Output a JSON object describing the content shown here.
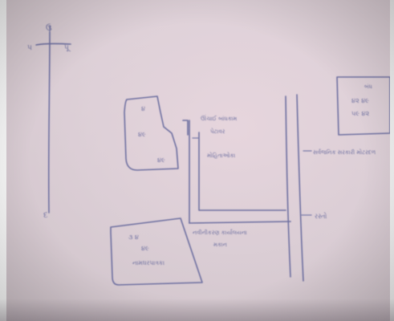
{
  "photo": {
    "subject": "hand-drawn site layout sketch on paper",
    "ink_color": "#6d6fa0",
    "paper_color": "#e3d6dc"
  },
  "sketch": {
    "north_arrow": {
      "label_top": "ઉ",
      "label_left": "પ",
      "label_right": "પૂ",
      "label_bottom": "દ"
    },
    "box_left_top": {
      "lines": [
        "૪",
        "૪૯",
        "૪૯"
      ]
    },
    "box_left_bottom": {
      "lines": [
        "૩ ૪",
        "૪૯",
        "નામઘરપાત્રકા"
      ]
    },
    "box_right_top": {
      "lines": [
        "બંધ",
        "૪૨ ૪૯",
        "૫૯ ૪૨"
      ]
    },
    "center_labels": {
      "top_text": "ઊંચાઈ બાંધકામ",
      "top_text_2": "પેટાવર",
      "mid_text": "મોહિતાઓકા",
      "bottom_text": "નવીનીકરણ કાર્યાલયના",
      "bottom_text_2": "મકાન"
    },
    "road_labels": {
      "upper": "સર્વજનિક સરકારી મોટરદળ",
      "lower": "રસ્તો"
    }
  }
}
